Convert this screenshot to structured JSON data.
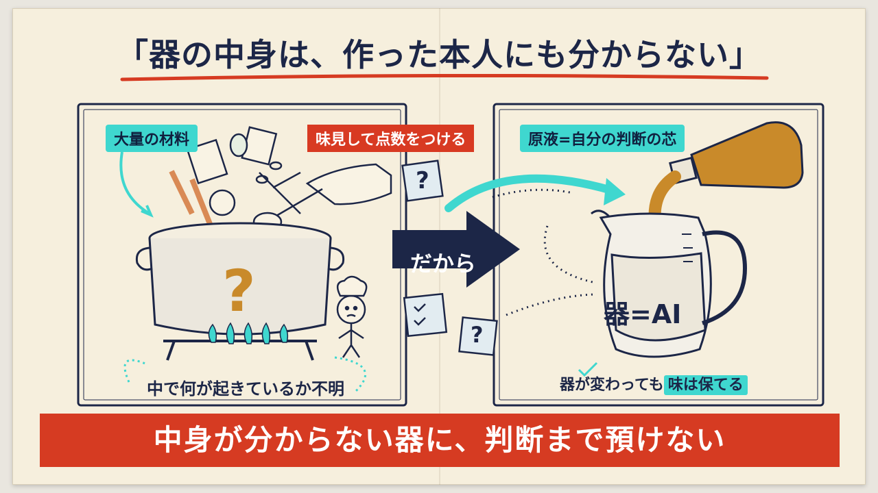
{
  "title": "「器の中身は、作った本人にも分からない」",
  "left_panel": {
    "ingredients_label": "大量の材料",
    "taste_label": "味見して点数をつける",
    "pot_mark": "?",
    "note": "中で何が起きているか不明"
  },
  "middle": {
    "arrow_label": "だから",
    "question_mark": "?"
  },
  "right_panel": {
    "essence_label": "原液=自分の判断の芯",
    "pitcher_label": "器=AI",
    "note_prefix": "器が変わっても",
    "note_highlight": "味は保てる"
  },
  "banner": "中身が分からない器に、判断まで預けない",
  "colors": {
    "navy": "#1c2647",
    "teal": "#3fd7cf",
    "red": "#d63b22",
    "paper": "#f6efdd",
    "amber": "#c98a2a"
  }
}
